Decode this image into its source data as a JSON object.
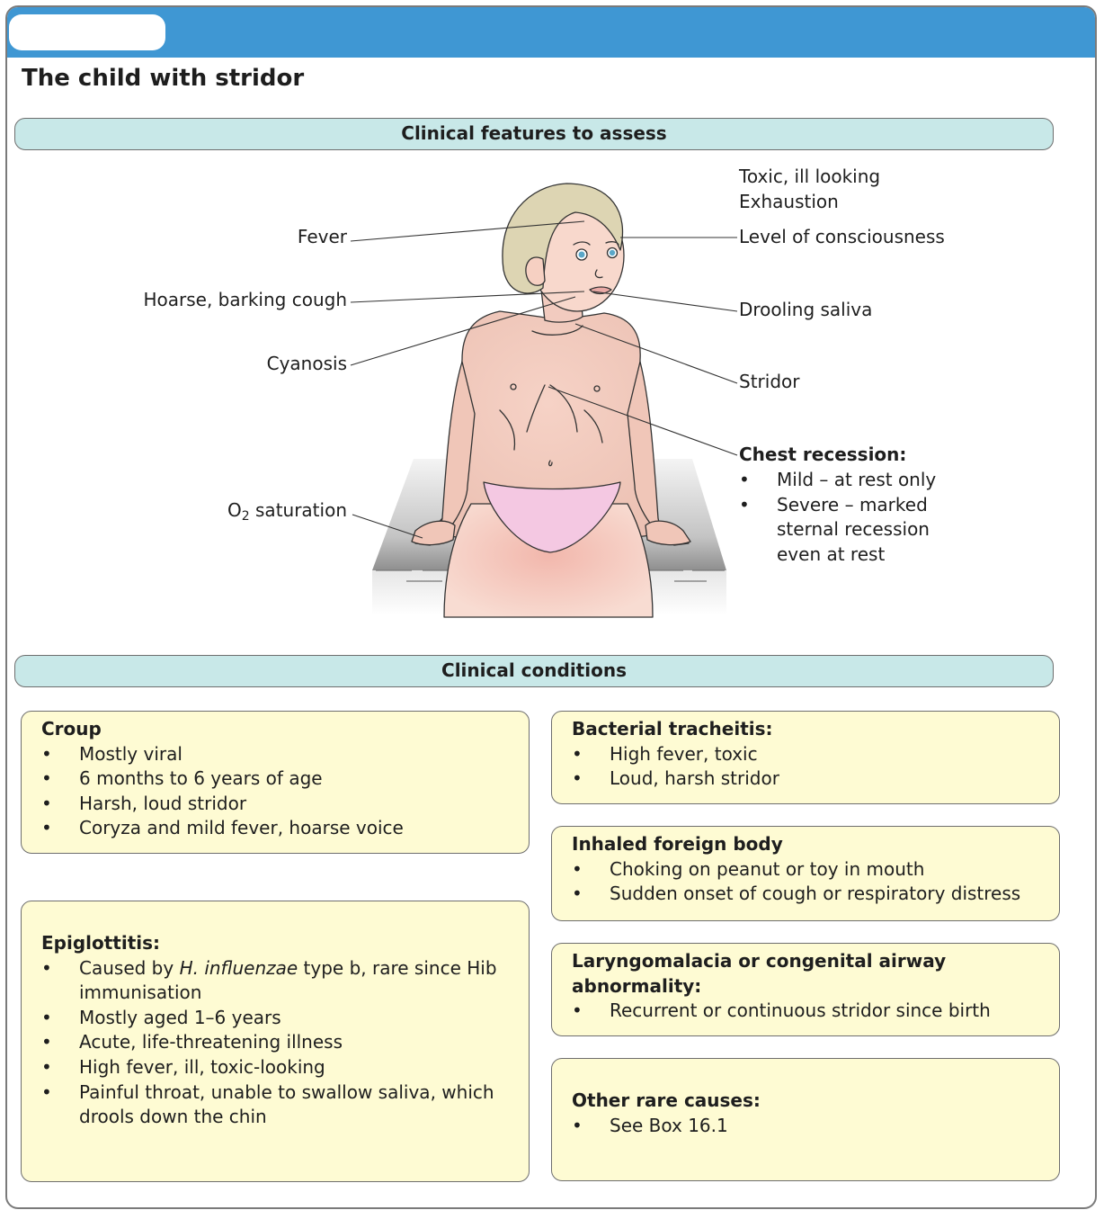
{
  "title": "The child with stridor",
  "sections": {
    "features_heading": "Clinical features to assess",
    "conditions_heading": "Clinical conditions"
  },
  "features": {
    "left": {
      "fever": "Fever",
      "cough": "Hoarse, barking cough",
      "cyanosis": "Cyanosis",
      "o2_prefix": "O",
      "o2_sub": "2",
      "o2_suffix": " saturation"
    },
    "right": {
      "toxic": "Toxic, ill looking",
      "exhaustion": "Exhaustion",
      "consciousness": "Level of consciousness",
      "drooling": "Drooling saliva",
      "stridor": "Stridor",
      "recession_title": "Chest recession:",
      "recession_items": [
        "Mild – at rest only",
        "Severe – marked",
        "sternal recession",
        "even at rest"
      ]
    }
  },
  "conditions": {
    "croup": {
      "title": "Croup",
      "items": [
        "Mostly viral",
        "6 months to 6 years of age",
        "Harsh, loud stridor",
        "Coryza and mild fever, hoarse voice"
      ]
    },
    "epiglottitis": {
      "title": "Epiglottitis:",
      "item1_pre": "Caused by ",
      "item1_italic": "H. influenzae",
      "item1_post": " type b, rare since Hib",
      "item1_cont": "immunisation",
      "items": [
        "Mostly aged 1–6 years",
        "Acute, life-threatening illness",
        "High fever, ill, toxic-looking",
        "Painful throat, unable to swallow saliva, which"
      ],
      "last_cont": "drools down the chin"
    },
    "tracheitis": {
      "title": "Bacterial tracheitis:",
      "items": [
        "High fever, toxic",
        "Loud, harsh stridor"
      ]
    },
    "foreign_body": {
      "title": "Inhaled foreign body",
      "items": [
        "Choking on peanut or toy in mouth",
        "Sudden onset of cough or respiratory distress"
      ]
    },
    "laryngomalacia": {
      "title": "Laryngomalacia or congenital airway abnormality:",
      "items": [
        "Recurrent or continuous stridor since birth"
      ]
    },
    "other": {
      "title": "Other rare causes:",
      "items": [
        "See Box 16.1"
      ]
    }
  },
  "bullet": "•",
  "colors": {
    "header_bar": "#3f97d3",
    "section_fill": "#c8e8e8",
    "condition_fill": "#fefbd3",
    "border": "#6e6e6e"
  }
}
